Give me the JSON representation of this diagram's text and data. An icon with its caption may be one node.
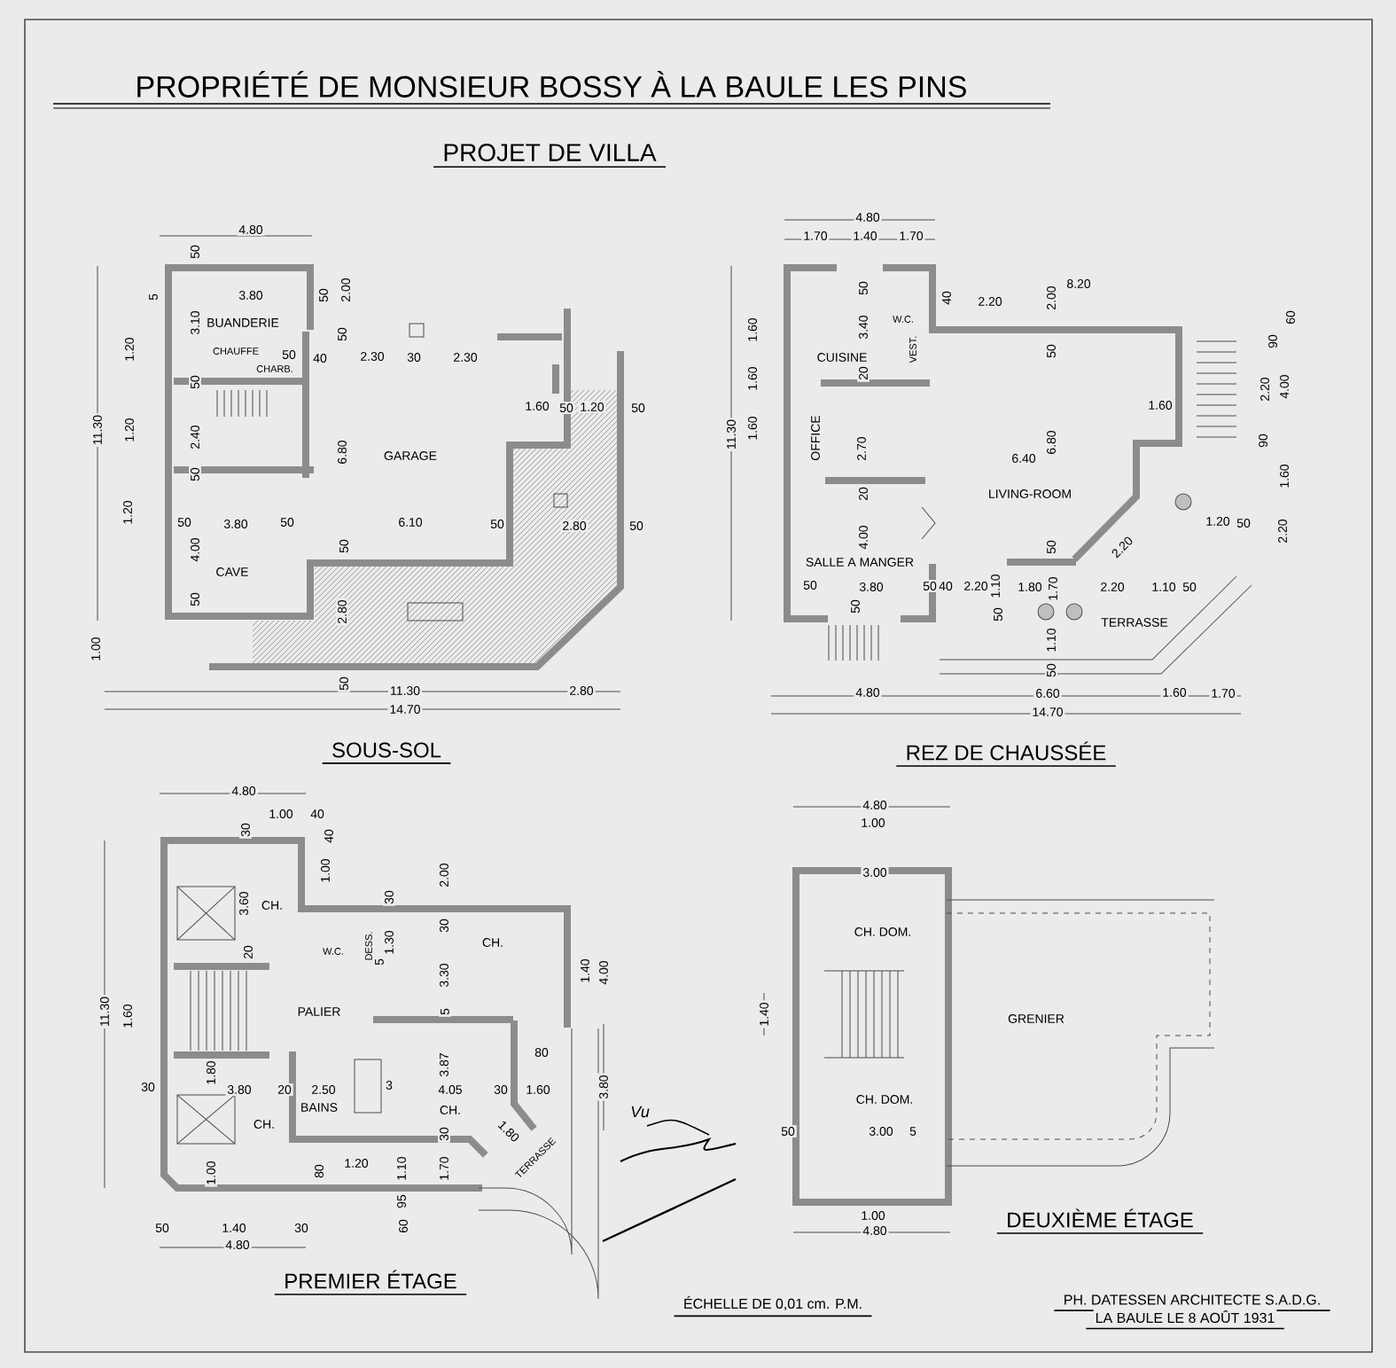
{
  "diagram": {
    "title": "PROPRIÉTÉ DE MONSIEUR BOSSY À LA BAULE LES PINS",
    "labels": [
      "PROJET DE VILLA",
      "4.80",
      "50",
      "3.80",
      "5",
      "50",
      "2.00",
      "BUANDERIE",
      "3.10",
      "1.20",
      "CHAUFFE",
      "CHARB.",
      "50",
      "40",
      "50",
      "2.30",
      "30",
      "2.30",
      "50",
      "11.30",
      "1.20",
      "2.40",
      "1.60",
      "50",
      "1.20",
      "50",
      "6.80",
      "GARAGE",
      "50",
      "1.20",
      "50",
      "3.80",
      "50",
      "6.10",
      "50",
      "2.80",
      "50",
      "50",
      "4.00",
      "CAVE",
      "50",
      "2.80",
      "1.00",
      "50",
      "11.30",
      "2.80",
      "14.70",
      "SOUS-SOL",
      "4.80",
      "1.70",
      "1.40",
      "1.70",
      "50",
      "8.20",
      "2.00",
      "40",
      "2.20",
      "W.C.",
      "1.60",
      "3.40",
      "VEST.",
      "50",
      "CUISINE",
      "60",
      "90",
      "20",
      "1.60",
      "2.20",
      "4.00",
      "1.60",
      "11.30",
      "1.60",
      "OFFICE",
      "2.70",
      "6.80",
      "90",
      "6.40",
      "1.60",
      "20",
      "LIVING-ROOM",
      "4.00",
      "1.20",
      "50",
      "2.20",
      "2.20",
      "50",
      "SALLE A MANGER",
      "50",
      "3.80",
      "50",
      "40",
      "2.20",
      "1.10",
      "1.80",
      "1.70",
      "2.20",
      "1.10",
      "50",
      "50",
      "50",
      "TERRASSE",
      "1.10",
      "50",
      "4.80",
      "6.60",
      "1.60",
      "1.70",
      "14.70",
      "REZ DE CHAUSSÉE",
      "4.80",
      "1.00",
      "40",
      "30",
      "40",
      "1.00",
      "2.00",
      "3.60",
      "CH.",
      "30",
      "30",
      "DESS.",
      "1.30",
      "5",
      "W.C.",
      "CH.",
      "20",
      "3.30",
      "1.40",
      "4.00",
      "11.30",
      "1.60",
      "PALIER",
      "5",
      "1.80",
      "80",
      "3.87",
      "30",
      "3.80",
      "20",
      "2.50",
      "3",
      "4.05",
      "30",
      "1.60",
      "3.80",
      "BAINS",
      "CH.",
      "CH.",
      "30",
      "1.80",
      "TERRASSE",
      "1.20",
      "1.10",
      "1.70",
      "80",
      "1.00",
      "95",
      "50",
      "1.40",
      "30",
      "60",
      "4.80",
      "PREMIER ÉTAGE",
      "Vu",
      "4.80",
      "1.00",
      "3.00",
      "CH. DOM.",
      "1.40",
      "GRENIER",
      "CH. DOM.",
      "50",
      "3.00",
      "5",
      "1.00",
      "4.80",
      "DEUXIÈME ÉTAGE",
      "ÉCHELLE DE 0,01 cm. P.M.",
      "PH. DATESSEN ARCHITECTE S.A.D.G.",
      "LA BAULE LE 8 AOÛT 1931"
    ]
  }
}
